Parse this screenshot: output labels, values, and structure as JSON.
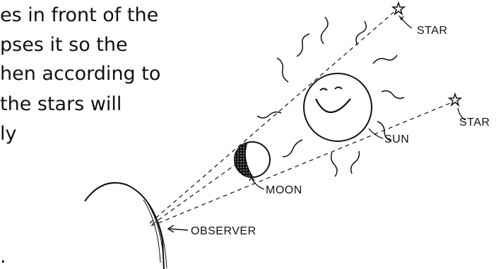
{
  "text_lines": [
    "es in front of the",
    "pses it so the",
    "hen according to",
    " the stars will",
    "ly",
    "."
  ],
  "labels": {
    "star_top": "STAR",
    "star_right": "STAR",
    "sun": "SUN",
    "moon": "MOON",
    "observer": "OBSERVER"
  },
  "colors": {
    "ink": "#111111",
    "background": "#ffffff"
  }
}
